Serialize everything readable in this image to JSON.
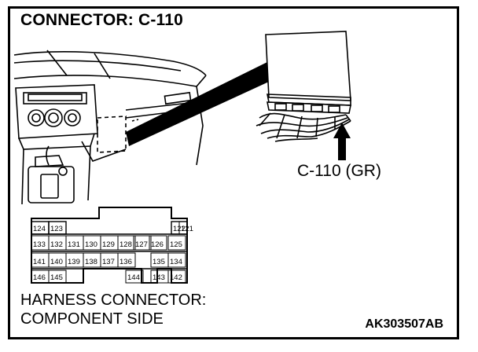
{
  "title": "CONNECTOR: C-110",
  "connector_callout": "C-110 (GR)",
  "caption_line1": "HARNESS CONNECTOR:",
  "caption_line2": "COMPONENT SIDE",
  "figure_code": "AK303507AB",
  "pins": {
    "row1": [
      "124",
      "123",
      "",
      "",
      "",
      "",
      "",
      "",
      "122",
      "121"
    ],
    "row2": [
      "133",
      "132",
      "131",
      "130",
      "129",
      "128",
      "127",
      "126",
      "125"
    ],
    "row3": [
      "141",
      "140",
      "139",
      "138",
      "137",
      "136",
      "135",
      "134"
    ],
    "row4": [
      "146",
      "145",
      "144",
      "143",
      "142"
    ]
  },
  "icons": [
    "dashboard-illustration",
    "ecu-module-illustration",
    "pointer-arrow-icon",
    "connector-pin-layout"
  ]
}
